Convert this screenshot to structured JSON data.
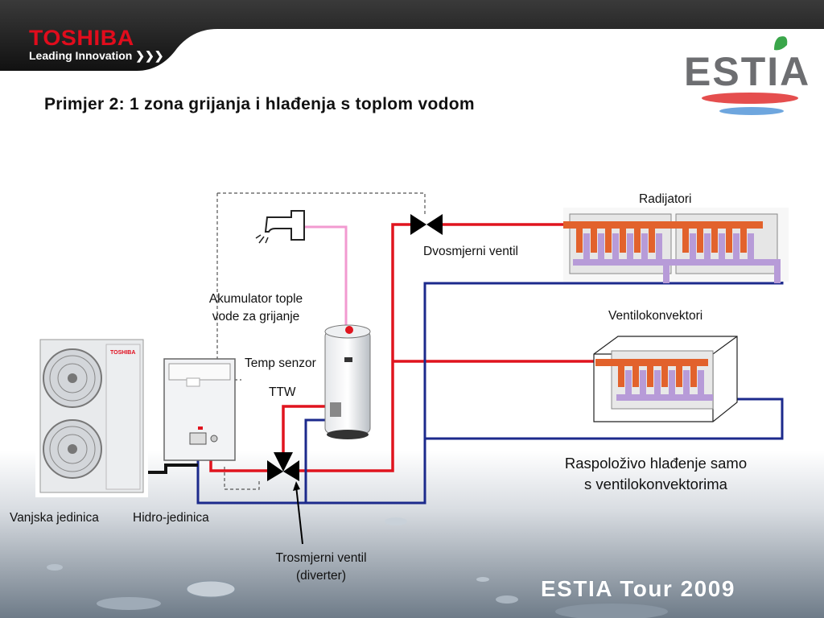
{
  "header": {
    "brand": "TOSHIBA",
    "tagline": "Leading Innovation",
    "logo_text": "ESTIA"
  },
  "title": "Primjer 2: 1 zona grijanja i hlađenja s toplom vodom",
  "labels": {
    "radiators": "Radijatori",
    "two_way_valve": "Dvosmjerni ventil",
    "accumulator_line1": "Akumulator tople",
    "accumulator_line2": "vode za grijanje",
    "fan_coils": "Ventilokonvektori",
    "temp_sensor": "Temp senzor",
    "ttw": "TTW",
    "cooling_note_line1": "Raspoloživo hlađenje samo",
    "cooling_note_line2": "s ventilokonvektorima",
    "outdoor_unit": "Vanjska jedinica",
    "hydro_unit": "Hidro-jedinica",
    "three_way_line1": "Trosmjerni ventil",
    "three_way_line2": "(diverter)",
    "outdoor_unit_brand": "TOSHIBA"
  },
  "footer": {
    "event": "ESTIA Tour 2009"
  },
  "colors": {
    "hot_pipe": "#e0141e",
    "cold_pipe": "#1c2a8c",
    "dhw_pipe": "#f29ad0",
    "brand_red": "#e10c1c",
    "radiator_orange": "#e2622c",
    "radiator_purple": "#b79bd8"
  }
}
